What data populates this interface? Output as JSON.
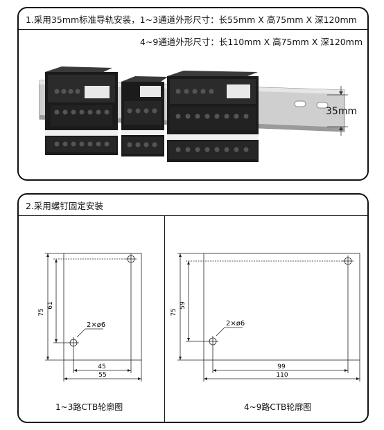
{
  "section1": {
    "title": "1.采用35mm标准导轨安装，1~3通道外形尺寸：长55mm X 高75mm X 深120mm",
    "subtitle": "4~9通道外形尺寸：长110mm X 高75mm X 深120mm",
    "rail_dimension": "35mm"
  },
  "section2": {
    "title": "2.采用螺钉固定安装",
    "small": {
      "caption": "1~3路CTB轮廓图",
      "height_outer": "75",
      "height_inner": "61",
      "width_inner": "45",
      "width_outer": "55",
      "hole_label": "2×ø6"
    },
    "large": {
      "caption": "4~9路CTB轮廓图",
      "height_outer": "75",
      "height_inner": "59",
      "width_inner": "99",
      "width_outer": "110",
      "hole_label": "2×ø6"
    }
  }
}
